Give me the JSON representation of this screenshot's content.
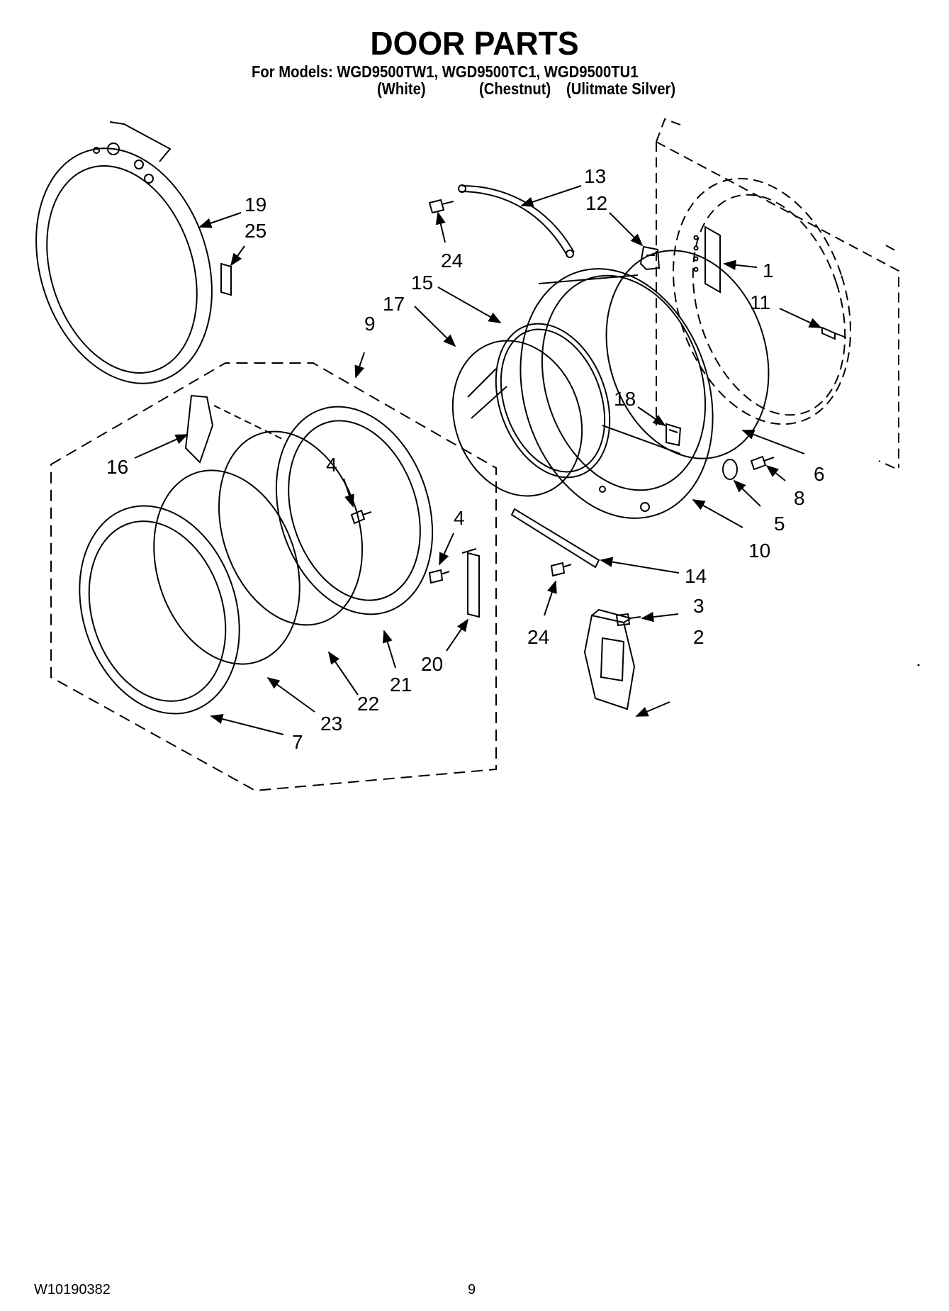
{
  "header": {
    "title": "DOOR PARTS",
    "models_line": "For Models: WGD9500TW1, WGD9500TC1, WGD9500TU1",
    "variants": [
      "(White)",
      "(Chestnut)",
      "(Ulitmate Silver)"
    ]
  },
  "callouts": [
    {
      "id": "c1",
      "label": "1"
    },
    {
      "id": "c2",
      "label": "2"
    },
    {
      "id": "c3",
      "label": "3"
    },
    {
      "id": "c4a",
      "label": "4"
    },
    {
      "id": "c4b",
      "label": "4"
    },
    {
      "id": "c5",
      "label": "5"
    },
    {
      "id": "c6",
      "label": "6"
    },
    {
      "id": "c7",
      "label": "7"
    },
    {
      "id": "c8",
      "label": "8"
    },
    {
      "id": "c9",
      "label": "9"
    },
    {
      "id": "c10",
      "label": "10"
    },
    {
      "id": "c11",
      "label": "11"
    },
    {
      "id": "c12",
      "label": "12"
    },
    {
      "id": "c13",
      "label": "13"
    },
    {
      "id": "c14",
      "label": "14"
    },
    {
      "id": "c15",
      "label": "15"
    },
    {
      "id": "c16",
      "label": "16"
    },
    {
      "id": "c17",
      "label": "17"
    },
    {
      "id": "c18",
      "label": "18"
    },
    {
      "id": "c19",
      "label": "19"
    },
    {
      "id": "c20",
      "label": "20"
    },
    {
      "id": "c21",
      "label": "21"
    },
    {
      "id": "c22",
      "label": "22"
    },
    {
      "id": "c23",
      "label": "23"
    },
    {
      "id": "c24a",
      "label": "24"
    },
    {
      "id": "c24b",
      "label": "24"
    },
    {
      "id": "c25",
      "label": "25"
    }
  ],
  "footer": {
    "doc_number": "W10190382",
    "page_number": "9"
  }
}
